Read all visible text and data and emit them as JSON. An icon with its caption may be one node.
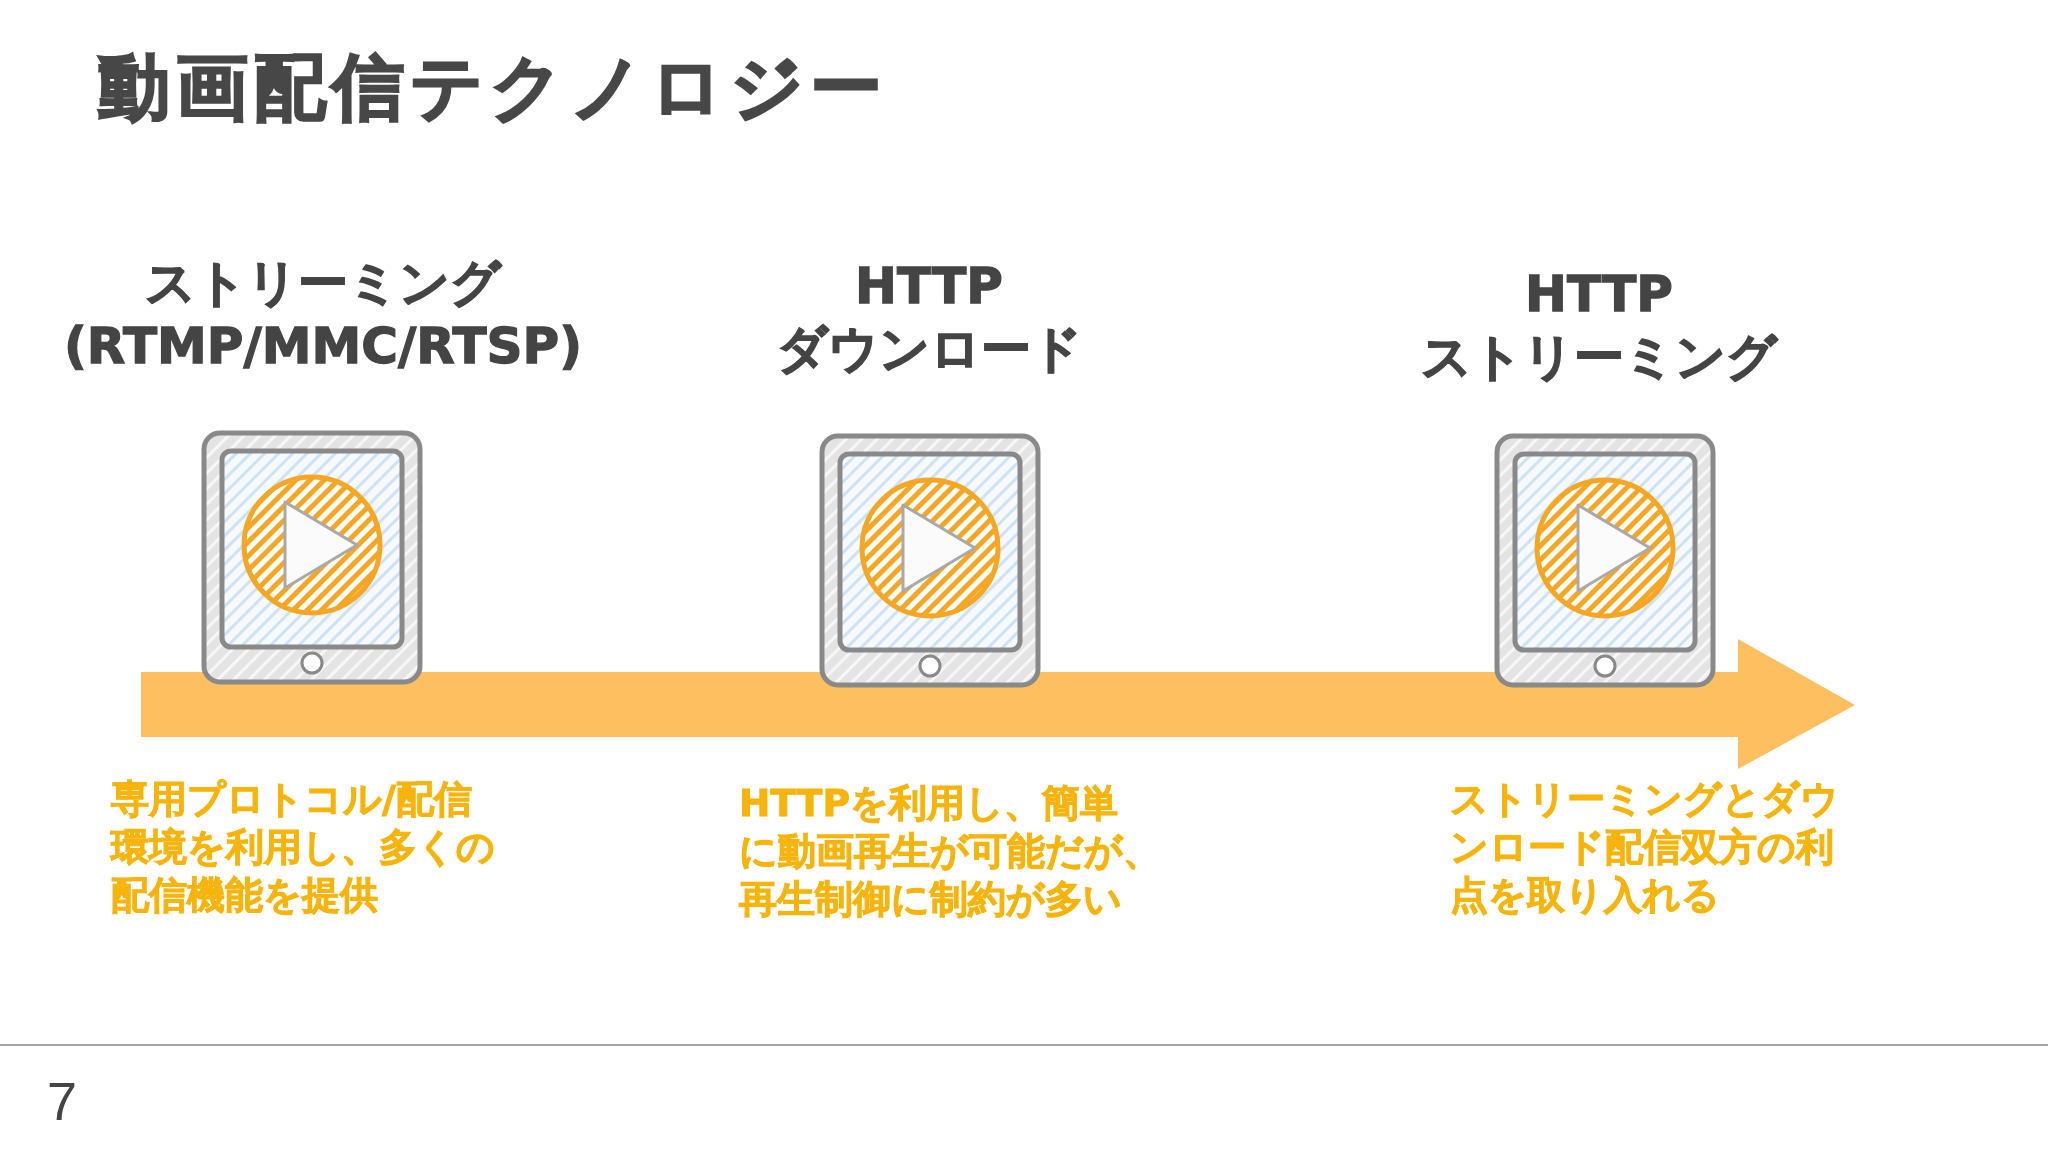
{
  "diagram": {
    "title": "動画配信テクノロジー",
    "nodes": [
      {
        "text": [
          "ストリーミング (RTMP/MMC/RTSP)"
        ],
        "beside": [
          "専用プロトコル/配信環境を利用し、多くの配信機能を提供"
        ]
      },
      {
        "text": [
          "HTTP ダウンロード"
        ],
        "beside": [
          "HTTPを利用し、簡単に動画再生が可能だが、再生制御に制約が多い"
        ]
      },
      {
        "text": [
          "HTTP ストリーミング"
        ],
        "beside": [
          "ストリーミングとダウンロード配信双方の利点を取り入れる"
        ]
      }
    ],
    "labels": [
      "7"
    ]
  }
}
